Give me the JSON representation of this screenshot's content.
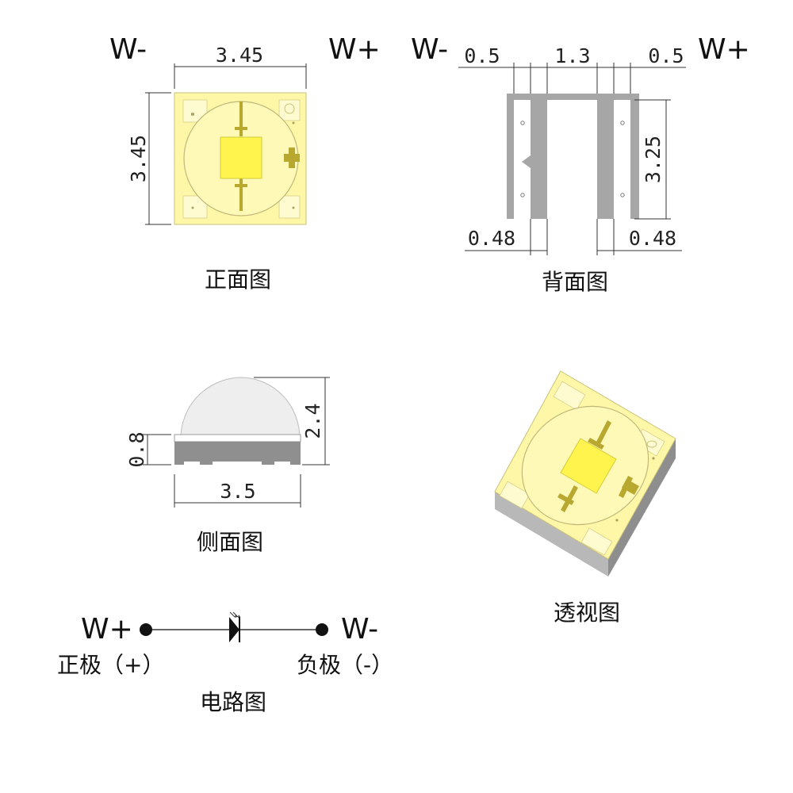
{
  "colors": {
    "phosphor": "#fff7a8",
    "phosphor_edge": "#c9c27a",
    "trace": "#b8a830",
    "die": "#fff44d",
    "pad_gray": "#a6a6a6",
    "pad_white": "#ffffff",
    "lens": "#eeeeee",
    "base_dark": "#8f8f8f",
    "ink": "#111111"
  },
  "front_view": {
    "caption": "正面图",
    "label_left": "W-",
    "label_right": "W+",
    "width_dim": "3.45",
    "height_dim": "3.45"
  },
  "back_view": {
    "caption": "背面图",
    "label_left": "W-",
    "label_right": "W+",
    "top_dims": [
      "0.5",
      "1.3",
      "0.5"
    ],
    "height_dim": "3.25",
    "bottom_dims": [
      "0.48",
      "0.48"
    ]
  },
  "side_view": {
    "caption": "侧面图",
    "base_height_dim": "0.8",
    "total_height_dim": "2.4",
    "width_dim": "3.5"
  },
  "perspective_view": {
    "caption": "透视图"
  },
  "circuit": {
    "caption": "电路图",
    "left_terminal": "W+",
    "right_terminal": "W-",
    "left_polarity": "正极（+）",
    "right_polarity": "负极（-）"
  },
  "icons": [
    "led-diode-icon"
  ]
}
